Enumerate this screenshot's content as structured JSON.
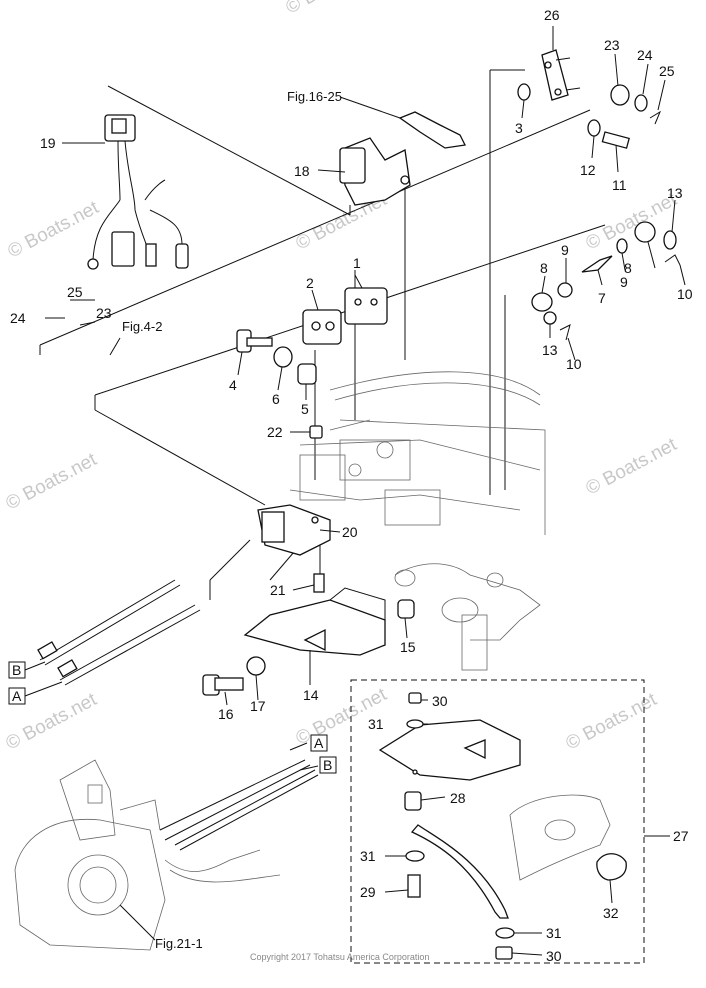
{
  "diagram": {
    "copyright": "Copyright 2017 Tohatsu America Corporation",
    "watermark": "© Boats.net",
    "part_labels": [
      "1",
      "2",
      "3",
      "4",
      "5",
      "6",
      "7",
      "8",
      "9",
      "10",
      "11",
      "12",
      "13",
      "14",
      "15",
      "16",
      "17",
      "18",
      "19",
      "20",
      "21",
      "22",
      "23",
      "24",
      "25",
      "26",
      "27",
      "28",
      "29",
      "30",
      "31",
      "32"
    ],
    "figure_refs": {
      "fig_16_25": "Fig.16-25",
      "fig_4_2": "Fig.4-2",
      "fig_21_1": "Fig.21-1"
    },
    "boxes": {
      "a": "A",
      "b": "B"
    }
  }
}
